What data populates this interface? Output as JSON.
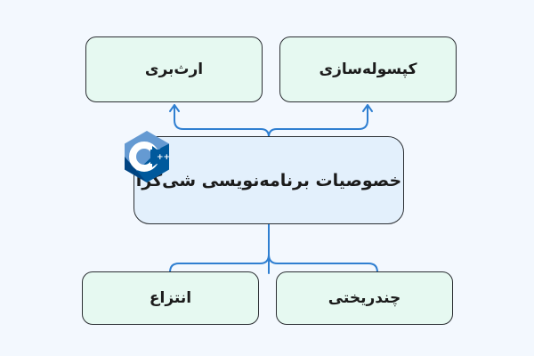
{
  "center": {
    "label": "خصوصیات برنامه‌نویسی شی‌گرا"
  },
  "top": [
    {
      "label": "ارث‌بری"
    },
    {
      "label": "کپسوله‌سازی"
    }
  ],
  "bottom": [
    {
      "label": "انتزاع"
    },
    {
      "label": "چندریختی"
    }
  ],
  "logo": {
    "text": "C++",
    "icon": "cpp-logo-icon"
  },
  "colors": {
    "arrow": "#2f7fd1",
    "leaf_fill": "#e6f9f1",
    "center_fill": "#e3f0fc",
    "background": "#f3f8fe"
  }
}
